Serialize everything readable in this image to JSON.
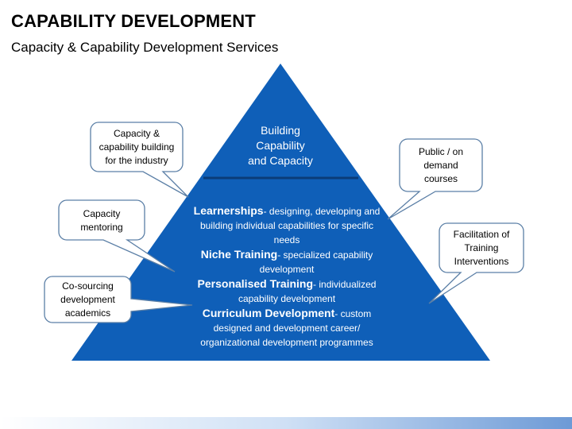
{
  "header": {
    "title": "CAPABILITY DEVELOPMENT",
    "subtitle": "Capacity & Capability Development Services"
  },
  "colors": {
    "pyramid_fill": "#0f5fb8",
    "pyramid_divider": "#0b3c78",
    "callout_border": "#5b7fa6"
  },
  "pyramid": {
    "apex_lines": [
      "Building",
      "Capability",
      "and Capacity"
    ],
    "items": [
      {
        "title": "Learnerships",
        "desc_lines": [
          "- designing, developing and",
          "building individual capabilities for specific",
          "needs"
        ]
      },
      {
        "title": "Niche Training",
        "desc_lines": [
          "- specialized capability",
          "development"
        ]
      },
      {
        "title": "Personalised Training",
        "desc_lines": [
          "- individualized",
          "capability development"
        ]
      },
      {
        "title": "Curriculum Development",
        "desc_lines": [
          "- custom",
          "designed and development career/",
          "organizational development programmes"
        ]
      }
    ]
  },
  "callouts": {
    "industry": [
      "Capacity &",
      "capability building",
      "for the industry"
    ],
    "mentoring": [
      "Capacity",
      "mentoring"
    ],
    "cosourcing": [
      "Co-sourcing",
      "development",
      "academics"
    ],
    "public": [
      "Public / on",
      "demand",
      "courses"
    ],
    "facilitation": [
      "Facilitation of",
      "Training",
      "Interventions"
    ]
  }
}
